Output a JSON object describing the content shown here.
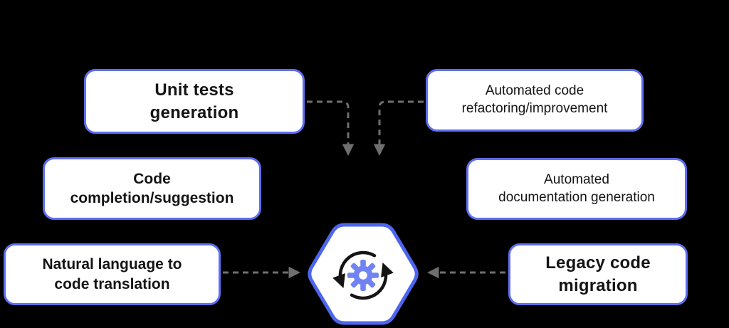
{
  "colors": {
    "background": "#000000",
    "box_border": "#5f6ef0",
    "box_fill": "#ffffff",
    "text": "#141414",
    "arrow": "#6f6f6f",
    "hexagon_border": "#4d66ee",
    "hexagon_fill": "#ffffff",
    "gear": "#7183f2",
    "cycle_arrows": "#141414"
  },
  "nodes": [
    {
      "id": "unit-tests-generation",
      "label": "Unit tests\ngeneration"
    },
    {
      "id": "automated-code-refactoring",
      "label": "Automated code\nrefactoring/improvement"
    },
    {
      "id": "code-completion-suggestion",
      "label": "Code\ncompletion/suggestion"
    },
    {
      "id": "automated-documentation-generation",
      "label": "Automated\ndocumentation generation"
    },
    {
      "id": "natural-language-to-code",
      "label": "Natural language to\ncode translation"
    },
    {
      "id": "legacy-code-migration",
      "label": "Legacy code\nmigration"
    }
  ],
  "center": {
    "icon": "gear-sync-icon",
    "shape": "hexagon"
  }
}
